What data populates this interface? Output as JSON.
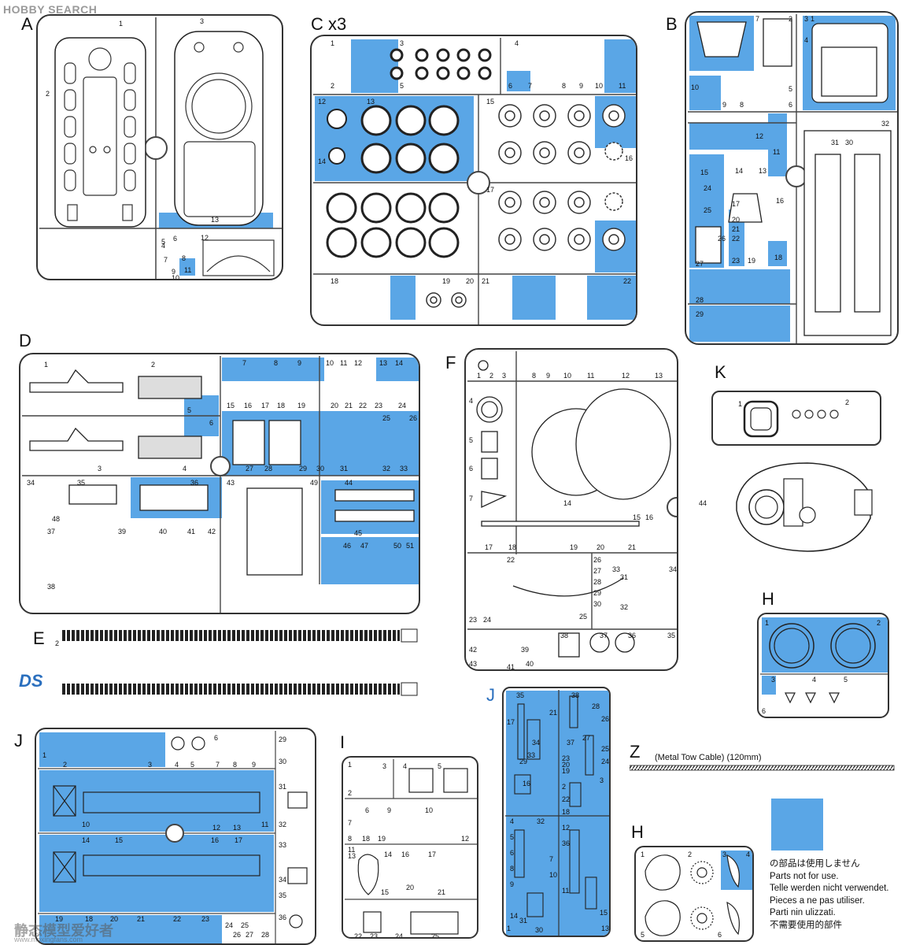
{
  "watermark_top": "HOBBY SEARCH",
  "watermark_bottom": "静态模型爱好者",
  "watermark_bottom_url": "www.moxingfans.com",
  "sprues": {
    "A": "A",
    "C": "C x3",
    "B": "B",
    "D": "D",
    "F": "F",
    "K": "K",
    "E": "E",
    "H_top": "H",
    "J_left": "J",
    "I": "I",
    "J_mid": "J",
    "Z": "Z",
    "H_bottom": "H"
  },
  "e_track_label": "2",
  "ds_logo": "DS",
  "tow_cable": "(Metal Tow Cable) (120mm)",
  "legend": {
    "swatch_color": "#5aa6e6",
    "lines": [
      "の部品は使用しません",
      "Parts not for use.",
      "Telle werden nicht verwendet.",
      "Pieces a ne pas utiliser.",
      "Parti nin ulizzati.",
      "不需要使用的部件"
    ]
  },
  "numbers": {
    "A": [
      "1",
      "2",
      "3",
      "4",
      "5",
      "6",
      "7",
      "8",
      "9",
      "10",
      "11",
      "12",
      "13"
    ],
    "C": [
      "1",
      "2",
      "3",
      "4",
      "5",
      "6",
      "7",
      "8",
      "9",
      "10",
      "11",
      "12",
      "13",
      "14",
      "15",
      "16",
      "17",
      "18",
      "19",
      "20",
      "21",
      "22"
    ],
    "B": [
      "1",
      "2",
      "3",
      "4",
      "5",
      "6",
      "7",
      "8",
      "9",
      "10",
      "11",
      "12",
      "13",
      "14",
      "15",
      "16",
      "17",
      "18",
      "19",
      "20",
      "21",
      "22",
      "23",
      "24",
      "25",
      "26",
      "27",
      "28",
      "29",
      "30",
      "31",
      "32"
    ],
    "D": [
      "1",
      "2",
      "3",
      "4",
      "5",
      "6",
      "7",
      "8",
      "9",
      "10",
      "11",
      "12",
      "13",
      "14",
      "15",
      "16",
      "17",
      "18",
      "19",
      "20",
      "21",
      "22",
      "23",
      "24",
      "25",
      "26",
      "27",
      "28",
      "29",
      "30",
      "31",
      "32",
      "33",
      "34",
      "35",
      "36",
      "37",
      "38",
      "39",
      "40",
      "41",
      "42",
      "43",
      "44",
      "45",
      "46",
      "47",
      "48",
      "49",
      "50",
      "51"
    ],
    "F": [
      "1",
      "2",
      "3",
      "4",
      "5",
      "6",
      "7",
      "8",
      "9",
      "10",
      "11",
      "12",
      "13",
      "14",
      "15",
      "16",
      "17",
      "18",
      "19",
      "20",
      "21",
      "22",
      "23",
      "24",
      "25",
      "26",
      "27",
      "28",
      "29",
      "30",
      "31",
      "32",
      "33",
      "34",
      "35",
      "36",
      "37",
      "38",
      "39",
      "40",
      "41",
      "42",
      "43",
      "44"
    ],
    "K": [
      "1",
      "2"
    ],
    "H_top": [
      "1",
      "2",
      "3",
      "4",
      "5",
      "6"
    ],
    "J_left": [
      "1",
      "2",
      "3",
      "4",
      "5",
      "6",
      "7",
      "8",
      "9",
      "10",
      "11",
      "12",
      "13",
      "14",
      "15",
      "16",
      "17",
      "18",
      "19",
      "20",
      "21",
      "22",
      "23",
      "24",
      "25",
      "26",
      "27",
      "28",
      "29",
      "30",
      "31",
      "32",
      "33",
      "34",
      "35",
      "36"
    ],
    "I": [
      "1",
      "2",
      "3",
      "4",
      "5",
      "6",
      "7",
      "8",
      "9",
      "10",
      "11",
      "12",
      "13",
      "14",
      "15",
      "16",
      "17",
      "18",
      "19",
      "20",
      "21",
      "22",
      "23",
      "24",
      "25"
    ],
    "J_mid": [
      "1",
      "2",
      "3",
      "4",
      "5",
      "6",
      "7",
      "8",
      "9",
      "10",
      "11",
      "12",
      "13",
      "14",
      "15",
      "16",
      "17",
      "18",
      "19",
      "20",
      "21",
      "22",
      "23",
      "24",
      "25",
      "26",
      "27",
      "28",
      "29",
      "30",
      "31",
      "32",
      "33",
      "34",
      "35",
      "36",
      "37",
      "38"
    ],
    "H_bottom": [
      "1",
      "2",
      "3",
      "4",
      "5",
      "6"
    ]
  }
}
